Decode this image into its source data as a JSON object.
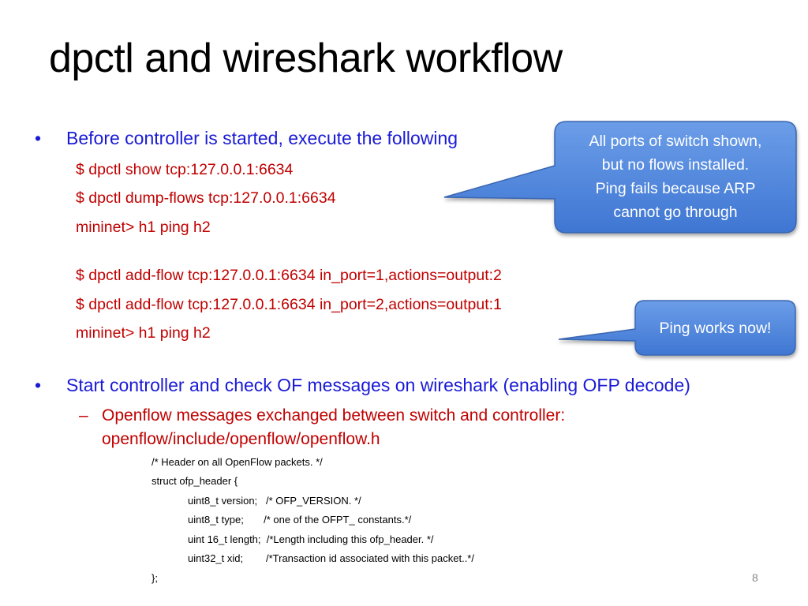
{
  "slide": {
    "title": "dpctl and wireshark workflow",
    "page_number": "8"
  },
  "bullets": [
    {
      "symbol": "•",
      "text": "Before controller is started, execute the following"
    },
    {
      "symbol": "•",
      "text": "Start controller and check OF messages on wireshark (enabling OFP decode)"
    }
  ],
  "commands": [
    "$ dpctl show tcp:127.0.0.1:6634",
    "$ dpctl dump-flows tcp:127.0.0.1:6634",
    "mininet> h1 ping h2",
    "$ dpctl add-flow tcp:127.0.0.1:6634 in_port=1,actions=output:2",
    "$ dpctl add-flow tcp:127.0.0.1:6634 in_port=2,actions=output:1",
    "mininet> h1 ping h2"
  ],
  "sub_bullet": {
    "symbol": "–",
    "line1": "Openflow messages exchanged between switch and controller:",
    "line2": "openflow/include/openflow/openflow.h"
  },
  "code_lines": [
    "/* Header on all OpenFlow packets. */",
    "struct ofp_header {",
    "uint8_t version;   /* OFP_VERSION. */",
    "uint8_t type;       /* one of the OFPT_ constants.*/",
    "uint 16_t length;  /*Length including this ofp_header. */",
    "uint32_t xid;        /*Transaction id associated with this packet..*/",
    "};"
  ],
  "callouts": {
    "top": {
      "lines": [
        "All ports of switch shown,",
        "but no flows installed.",
        "Ping fails because ARP",
        "cannot go through"
      ]
    },
    "bottom": {
      "text": "Ping works now!"
    }
  },
  "colors": {
    "bullet_blue": "#1a1ad6",
    "command_red": "#c00000",
    "callout_fill_top": "#6b9de8",
    "callout_fill_bottom": "#3f76d2",
    "callout_stroke": "#3a66b0"
  }
}
